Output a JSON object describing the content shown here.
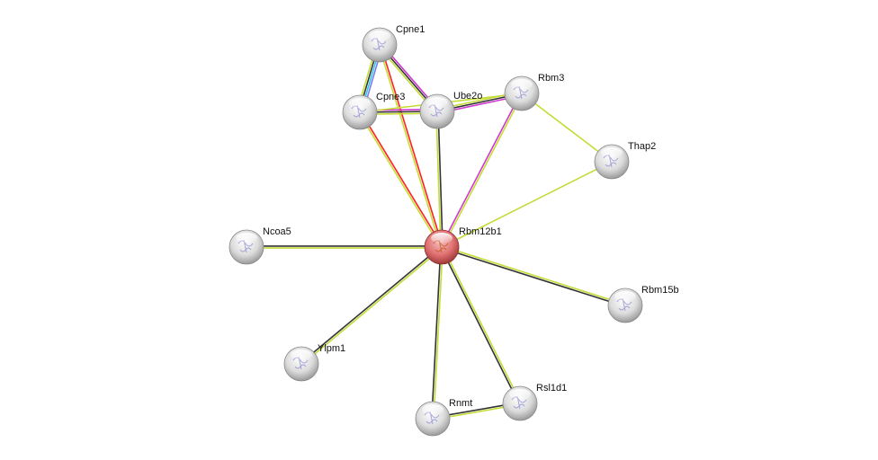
{
  "network": {
    "query_node": "Rbm12b1",
    "colors": {
      "node": "#d8d8d8",
      "query_node": "#e07070",
      "textmining": "#c6dc36",
      "coexpression": "#333333",
      "experiments": "#d036d0",
      "databases": "#33c6e6",
      "homology": "#7b7bf0",
      "fusion": "#ff2020"
    },
    "nodes": [
      {
        "id": "Cpne1",
        "label": "Cpne1"
      },
      {
        "id": "Cpne3",
        "label": "Cpne3"
      },
      {
        "id": "Ube2o",
        "label": "Ube2o"
      },
      {
        "id": "Rbm3",
        "label": "Rbm3"
      },
      {
        "id": "Thap2",
        "label": "Thap2"
      },
      {
        "id": "Rbm12b1",
        "label": "Rbm12b1"
      },
      {
        "id": "Ncoa5",
        "label": "Ncoa5"
      },
      {
        "id": "Rbm15b",
        "label": "Rbm15b"
      },
      {
        "id": "Ylpm1",
        "label": "Ylpm1"
      },
      {
        "id": "Rnmt",
        "label": "Rnmt"
      },
      {
        "id": "Rsl1d1",
        "label": "Rsl1d1"
      }
    ],
    "edges": [
      {
        "a": "Cpne1",
        "b": "Cpne3",
        "types": [
          "homology",
          "databases",
          "coexpression",
          "textmining"
        ]
      },
      {
        "a": "Cpne1",
        "b": "Ube2o",
        "types": [
          "experiments",
          "coexpression",
          "textmining"
        ]
      },
      {
        "a": "Cpne1",
        "b": "Rbm12b1",
        "types": [
          "fusion",
          "textmining"
        ]
      },
      {
        "a": "Cpne3",
        "b": "Ube2o",
        "types": [
          "experiments",
          "coexpression",
          "textmining"
        ]
      },
      {
        "a": "Cpne3",
        "b": "Rbm3",
        "types": [
          "textmining"
        ]
      },
      {
        "a": "Cpne3",
        "b": "Rbm12b1",
        "types": [
          "fusion",
          "textmining"
        ]
      },
      {
        "a": "Ube2o",
        "b": "Rbm3",
        "types": [
          "textmining",
          "coexpression",
          "experiments"
        ]
      },
      {
        "a": "Ube2o",
        "b": "Rbm12b1",
        "types": [
          "coexpression",
          "textmining"
        ]
      },
      {
        "a": "Rbm3",
        "b": "Rbm12b1",
        "types": [
          "textmining",
          "experiments"
        ]
      },
      {
        "a": "Rbm3",
        "b": "Thap2",
        "types": [
          "textmining"
        ]
      },
      {
        "a": "Thap2",
        "b": "Rbm12b1",
        "types": [
          "textmining"
        ]
      },
      {
        "a": "Ncoa5",
        "b": "Rbm12b1",
        "types": [
          "coexpression",
          "textmining"
        ]
      },
      {
        "a": "Rbm15b",
        "b": "Rbm12b1",
        "types": [
          "coexpression",
          "textmining"
        ]
      },
      {
        "a": "Ylpm1",
        "b": "Rbm12b1",
        "types": [
          "coexpression",
          "textmining"
        ]
      },
      {
        "a": "Rnmt",
        "b": "Rbm12b1",
        "types": [
          "coexpression",
          "textmining"
        ]
      },
      {
        "a": "Rsl1d1",
        "b": "Rbm12b1",
        "types": [
          "coexpression",
          "textmining"
        ]
      },
      {
        "a": "Rnmt",
        "b": "Rsl1d1",
        "types": [
          "coexpression",
          "textmining"
        ]
      }
    ]
  }
}
